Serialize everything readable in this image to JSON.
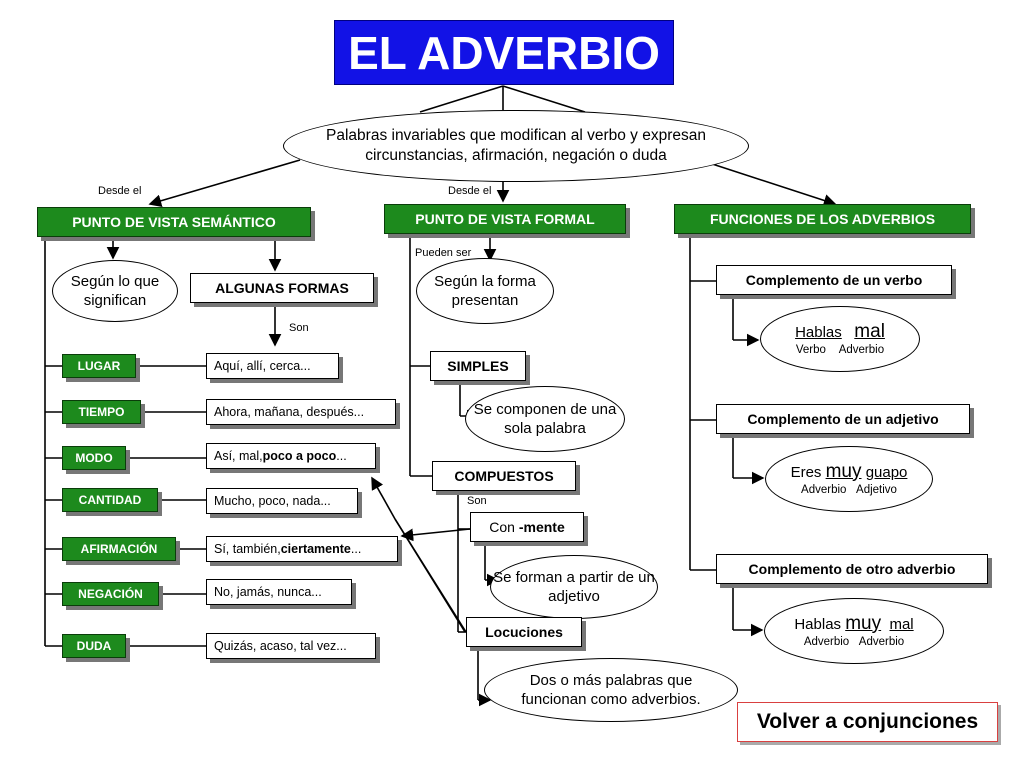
{
  "title": "EL ADVERBIO",
  "definition": "Palabras invariables que modifican al verbo y expresan circunstancias, afirmación, negación o duda",
  "from_label_left": "Desde el",
  "from_label_mid": "Desde el",
  "headers": {
    "semantic": "PUNTO DE VISTA SEMÁNTICO",
    "formal": "PUNTO DE VISTA FORMAL",
    "functions": "FUNCIONES DE LOS ADVERBIOS"
  },
  "semantic": {
    "meaning_ellipse": "Según lo que significan",
    "forms_box": "ALGUNAS FORMAS",
    "son_label": "Son",
    "categories": [
      {
        "name": "LUGAR",
        "example_plain": "Aquí, allí, cerca...",
        "example_bold": ""
      },
      {
        "name": "TIEMPO",
        "example_plain": "Ahora, mañana, después...",
        "example_bold": ""
      },
      {
        "name": "MODO",
        "example_plain": "Así, mal, ",
        "example_bold": "poco a poco",
        "example_tail": "..."
      },
      {
        "name": "CANTIDAD",
        "example_plain": "Mucho, poco, nada...",
        "example_bold": ""
      },
      {
        "name": "AFIRMACIÓN",
        "example_plain": "Sí, también, ",
        "example_bold": "ciertamente",
        "example_tail": "..."
      },
      {
        "name": "NEGACIÓN",
        "example_plain": "No, jamás, nunca...",
        "example_bold": ""
      },
      {
        "name": "DUDA",
        "example_plain": "Quizás, acaso, tal vez...",
        "example_bold": ""
      }
    ]
  },
  "formal": {
    "pueden_ser": "Pueden ser",
    "form_ellipse": "Según la forma presentan",
    "simples": "SIMPLES",
    "simples_desc": "Se componen de una sola palabra",
    "compuestos": "COMPUESTOS",
    "son_label": "Son",
    "con_mente_plain": "Con ",
    "con_mente_bold": "-mente",
    "mente_desc": "Se forman a partir de un adjetivo",
    "locuciones": "Locuciones",
    "locuciones_desc": "Dos o más palabras que funcionan como adverbios."
  },
  "functions": {
    "verb": {
      "label": "Complemento de un verbo",
      "w1": "Hablas",
      "w2": "mal",
      "t1": "Verbo",
      "t2": "Adverbio"
    },
    "adjective": {
      "label": "Complemento de un adjetivo",
      "w1": "Eres",
      "w2": "muy",
      "w3": "guapo",
      "t1": "Adverbio",
      "t2": "Adjetivo"
    },
    "adverb": {
      "label": "Complemento de otro adverbio",
      "w1": "Hablas",
      "w2": "muy",
      "w3": "mal",
      "t1": "Adverbio",
      "t2": "Adverbio"
    }
  },
  "back_button": "Volver a conjunciones",
  "colors": {
    "title_bg": "#1212e6",
    "green": "#1d8a1d",
    "back_border": "#d94040"
  }
}
